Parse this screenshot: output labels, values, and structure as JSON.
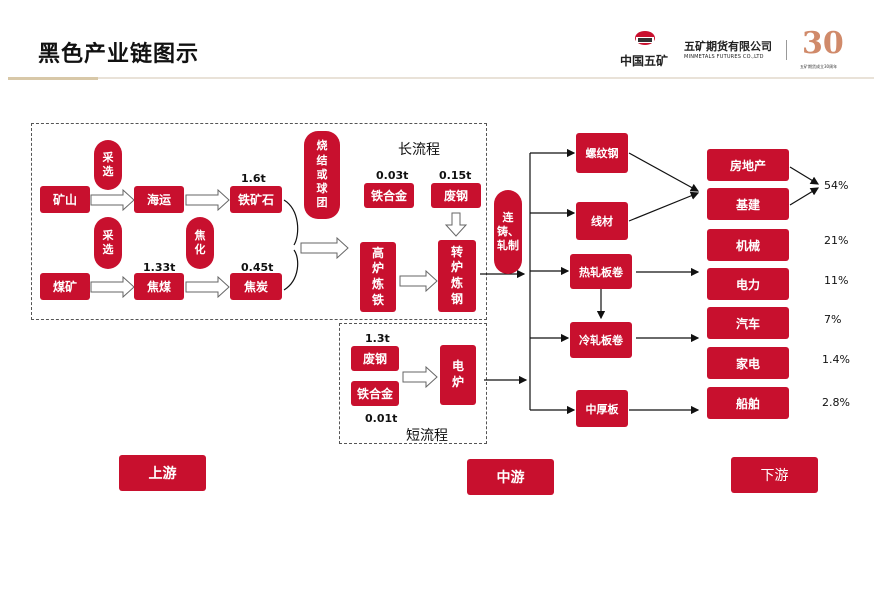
{
  "title": "黑色产业链图示",
  "logo": {
    "brand_cn": "中国五矿",
    "company_cn": "五矿期货有限公司",
    "company_en": "MINMETALS FUTURES CO.,LTD",
    "anniv_number": "30",
    "anniv_sub": "五矿期货成立30周年"
  },
  "upstream": {
    "nodes": {
      "mine": "矿山",
      "shipping": "海运",
      "iron_ore": "铁矿石",
      "coal_mine": "煤矿",
      "coking_coal": "焦煤",
      "coke": "焦炭"
    },
    "process": {
      "mining_1": "采选",
      "mining_2": "采选",
      "coking": "焦化",
      "sinter": "烧结或球团"
    },
    "quantities": {
      "iron_ore": "1.6t",
      "coking_coal": "1.33t",
      "coke": "0.45t"
    }
  },
  "long_process": {
    "title": "长流程",
    "ferroalloy": "铁合金",
    "ferroalloy_qty": "0.03t",
    "scrap": "废钢",
    "scrap_qty": "0.15t",
    "blast_furnace": "高炉炼铁",
    "converter": "转炉炼钢",
    "casting": "连铸、轧制"
  },
  "short_process": {
    "title": "短流程",
    "scrap": "废钢",
    "scrap_qty": "1.3t",
    "ferroalloy": "铁合金",
    "ferroalloy_qty": "0.01t",
    "eaf": "电炉"
  },
  "midstream": {
    "products": [
      "螺纹钢",
      "线材",
      "热轧板卷",
      "冷轧板卷",
      "中厚板"
    ]
  },
  "downstream": {
    "sectors": [
      {
        "name": "房地产",
        "pct": ""
      },
      {
        "name": "基建",
        "pct": ""
      },
      {
        "name": "机械",
        "pct": "21%"
      },
      {
        "name": "电力",
        "pct": "11%"
      },
      {
        "name": "汽车",
        "pct": "7%"
      },
      {
        "name": "家电",
        "pct": "1.4%"
      },
      {
        "name": "船舶",
        "pct": "2.8%"
      }
    ],
    "combined_pct": "54%"
  },
  "stages": {
    "up": "上游",
    "mid": "中游",
    "down": "下游"
  },
  "colors": {
    "primary": "#c8102e"
  }
}
